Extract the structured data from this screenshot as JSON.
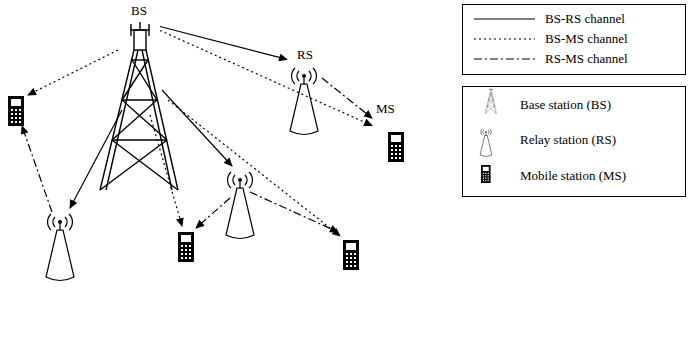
{
  "diagram": {
    "nodes": [
      {
        "text": [
          "BS"
        ]
      },
      {
        "text": [
          "RS"
        ]
      },
      {
        "text": [
          "MS"
        ]
      }
    ],
    "edges": [
      {
        "from": 0,
        "to": 1,
        "arrow": "to"
      },
      {
        "from": 0,
        "to": 2,
        "arrow": "to"
      },
      {
        "from": 1,
        "to": 2,
        "arrow": "to"
      }
    ],
    "legend": [
      {
        "text": "BS-RS channel"
      },
      {
        "text": "BS-MS channel"
      },
      {
        "text": "RS-MS channel"
      },
      {
        "text": "Base station (BS)"
      },
      {
        "text": "Relay station (RS)"
      },
      {
        "text": "Mobile station (MS)"
      }
    ]
  }
}
